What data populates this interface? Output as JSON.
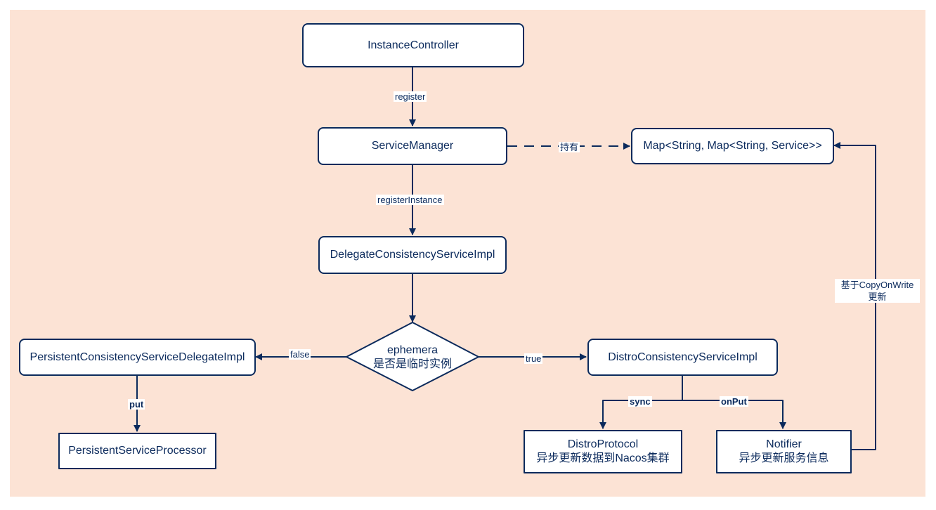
{
  "nodes": {
    "instance_controller": "InstanceController",
    "service_manager": "ServiceManager",
    "service_map": "Map<String, Map<String, Service>>",
    "delegate_consistency": "DelegateConsistencyServiceImpl",
    "decision_line1": "ephemera",
    "decision_line2": "是否是临时实例",
    "persistent_delegate": "PersistentConsistencyServiceDelegateImpl",
    "distro_consistency": "DistroConsistencyServiceImpl",
    "persistent_processor": "PersistentServiceProcessor",
    "distro_protocol_line1": "DistroProtocol",
    "distro_protocol_line2": "异步更新数据到Nacos集群",
    "notifier_line1": "Notifier",
    "notifier_line2": "异步更新服务信息"
  },
  "edges": {
    "register": "register",
    "holds": "持有",
    "register_instance": "registerInstance",
    "false": "false",
    "true": "true",
    "put": "put",
    "sync": "sync",
    "on_put": "onPut",
    "cow_line1": "基于CopyOnWrite",
    "cow_line2": "更新"
  },
  "colors": {
    "background": "#fce3d5",
    "stroke": "#0b2a5c",
    "node_fill": "#ffffff"
  }
}
